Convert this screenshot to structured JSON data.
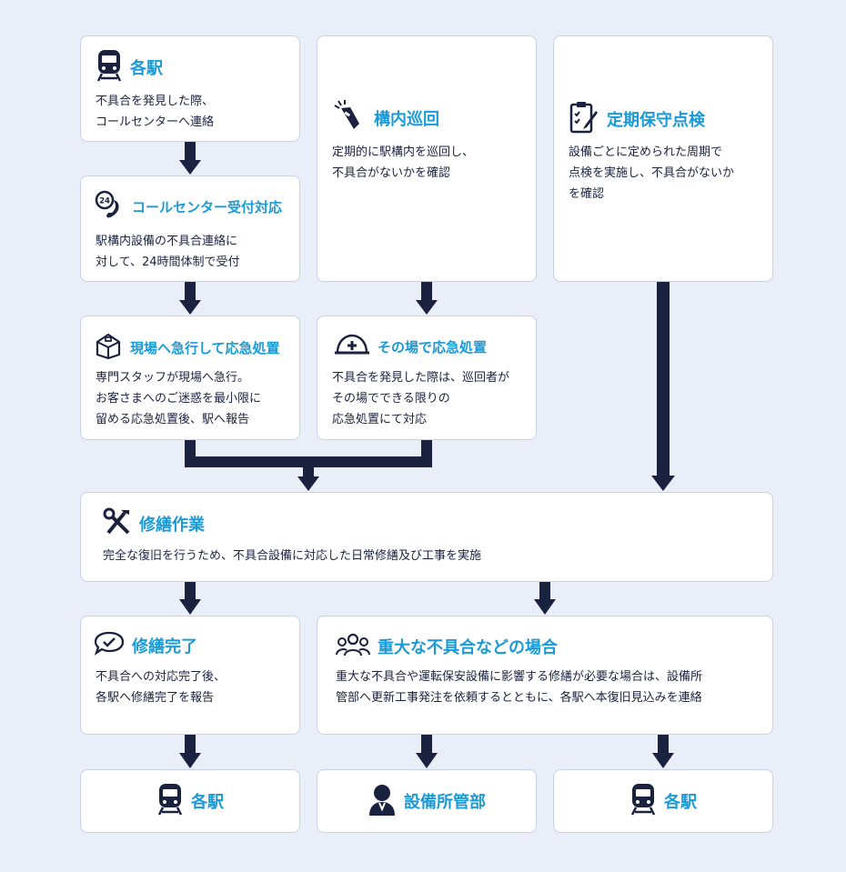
{
  "colors": {
    "accent": "#1a9ad6",
    "arrow": "#1b2240",
    "background": "#e9eef9",
    "card": "#ffffff"
  },
  "boxes": {
    "station_top": {
      "title": "各駅",
      "icon": "train-icon",
      "body": "不具合を発見した際、\nコールセンターへ連絡"
    },
    "call_center": {
      "title": "コールセンター受付対応",
      "icon": "phone-24h-icon",
      "body": "駅構内設備の不具合連絡に\n対して、24時間体制で受付"
    },
    "patrol": {
      "title": "構内巡回",
      "icon": "flashlight-icon",
      "body": "定期的に駅構内を巡回し、\n不具合がないかを確認"
    },
    "periodic": {
      "title": "定期保守点検",
      "icon": "checklist-icon",
      "body": "設備ごとに定められた周期で\n点検を実施し、不具合がないか\nを確認"
    },
    "rush": {
      "title": "現場へ急行して応急処置",
      "icon": "toolbox-icon",
      "body": "専門スタッフが現場へ急行。\nお客さまへのご迷惑を最小限に\n留める応急処置後、駅へ報告"
    },
    "onsite": {
      "title": "その場で応急処置",
      "icon": "helmet-icon",
      "body": "不具合を発見した際は、巡回者が\nその場でできる限りの\n応急処置にて対応"
    },
    "repair": {
      "title": "修繕作業",
      "icon": "tools-icon",
      "body": "完全な復旧を行うため、不具合設備に対応した日常修繕及び工事を実施"
    },
    "complete": {
      "title": "修繕完了",
      "icon": "chat-check-icon",
      "body": "不具合への対応完了後、\n各駅へ修繕完了を報告"
    },
    "major": {
      "title": "重大な不具合などの場合",
      "icon": "group-icon",
      "body": "重大な不具合や運転保安設備に影響する修繕が必要な場合は、設備所\n管部へ更新工事発注を依頼するとともに、各駅へ本復旧見込みを連絡"
    },
    "end_station_1": {
      "title": "各駅",
      "icon": "train-icon"
    },
    "end_facility": {
      "title": "設備所管部",
      "icon": "person-icon"
    },
    "end_station_2": {
      "title": "各駅",
      "icon": "train-icon"
    }
  }
}
